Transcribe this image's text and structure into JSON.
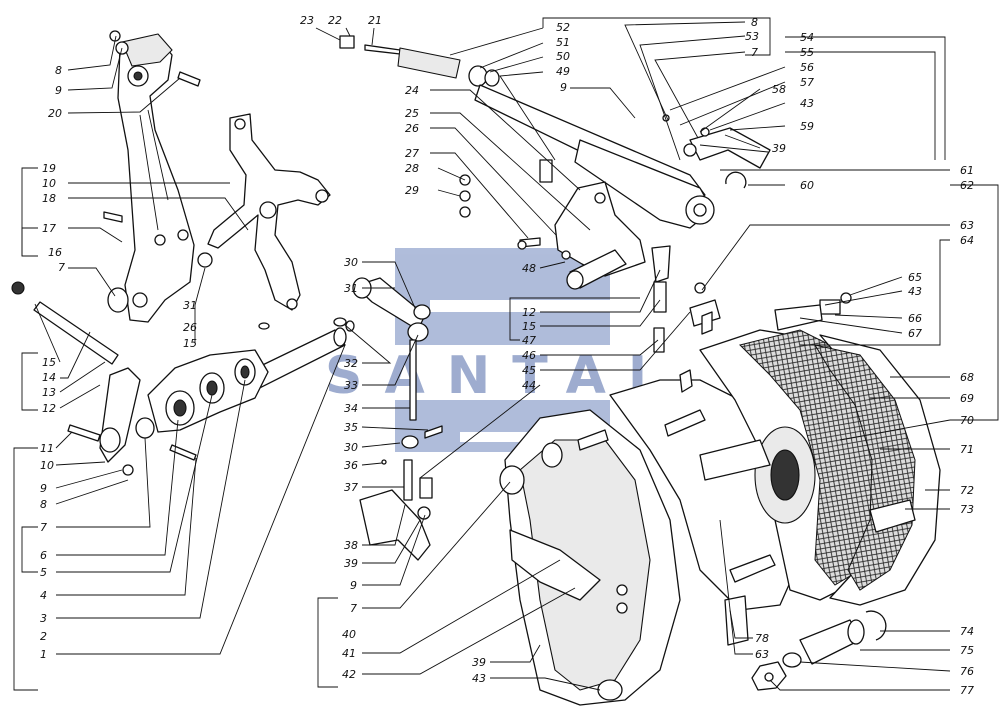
{
  "watermark": {
    "text": "SANTAL",
    "color": "#4f6aa8"
  },
  "callouts": {
    "c8a": "8",
    "c9a": "9",
    "c20": "20",
    "c19": "19",
    "c10a": "10",
    "c18": "18",
    "c17": "17",
    "c16": "16",
    "c7a": "7",
    "c31": "31",
    "c26a": "26",
    "c15a": "15",
    "c15b": "15",
    "c14": "14",
    "c13": "13",
    "c12a": "12",
    "c11": "11",
    "c10b": "10",
    "c9b": "9",
    "c8b": "8",
    "c7b": "7",
    "c6": "6",
    "c5": "5",
    "c4": "4",
    "c3": "3",
    "c2": "2",
    "c1": "1",
    "c23": "23",
    "c22": "22",
    "c21": "21",
    "c52": "52",
    "c51": "51",
    "c50": "50",
    "c49": "49",
    "c9c": "9",
    "c24": "24",
    "c25": "25",
    "c26b": "26",
    "c27": "27",
    "c28": "28",
    "c29": "29",
    "c48": "48",
    "c8c": "8",
    "c53": "53",
    "c7c": "7",
    "c54": "54",
    "c55": "55",
    "c56": "56",
    "c57": "57",
    "c58": "58",
    "c43a": "43",
    "c59": "59",
    "c39a": "39",
    "c60": "60",
    "c61": "61",
    "c62": "62",
    "c63a": "63",
    "c64": "64",
    "c65": "65",
    "c43b": "43",
    "c66": "66",
    "c67": "67",
    "c30a": "30",
    "c31b": "31",
    "c32": "32",
    "c33": "33",
    "c34": "34",
    "c35": "35",
    "c30b": "30",
    "c36": "36",
    "c37": "37",
    "c38": "38",
    "c39b": "39",
    "c9d": "9",
    "c12b": "12",
    "c15c": "15",
    "c47": "47",
    "c46": "46",
    "c45": "45",
    "c44": "44",
    "c68": "68",
    "c69": "69",
    "c70": "70",
    "c71": "71",
    "c72": "72",
    "c73": "73",
    "c7d": "7",
    "c40": "40",
    "c41": "41",
    "c42": "42",
    "c39c": "39",
    "c43c": "43",
    "c78": "78",
    "c63b": "63",
    "c74": "74",
    "c75": "75",
    "c76": "76",
    "c77": "77"
  }
}
